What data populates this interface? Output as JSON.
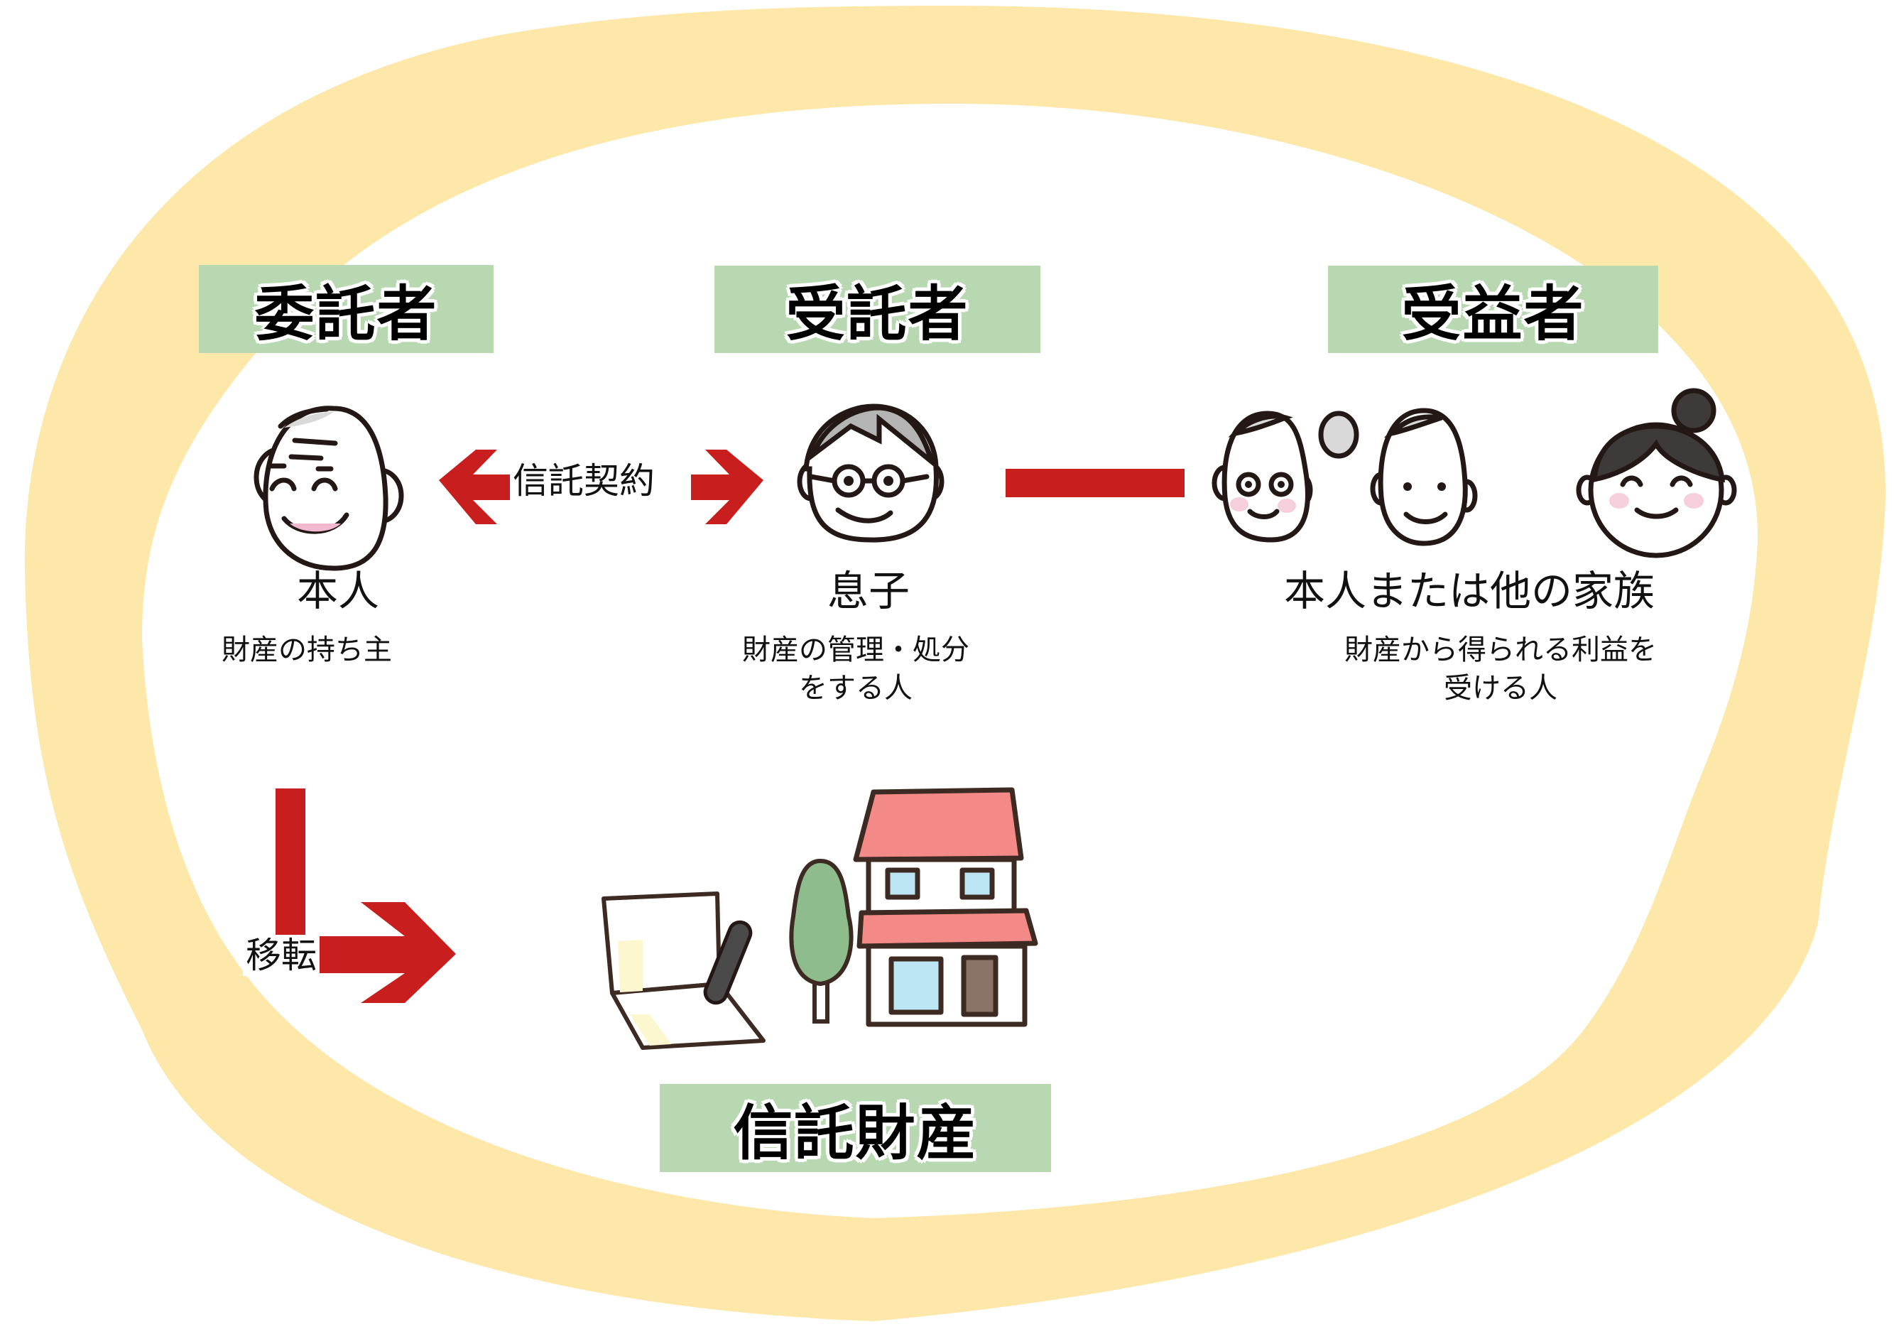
{
  "diagram": {
    "title": "家族信託の仕組み",
    "roles": [
      {
        "header": "委託者",
        "name": "本人",
        "description": [
          "財産の持ち主"
        ]
      },
      {
        "header": "受託者",
        "name": "息子",
        "description": [
          "財産の管理・処分",
          "をする人"
        ]
      },
      {
        "header": "受益者",
        "name": "本人または他の家族",
        "description": [
          "財産から得られる利益を",
          "受ける人"
        ]
      }
    ],
    "contract_label": "信託契約",
    "transfer_label": "移転",
    "trust_property_label": "信託財産",
    "colors": {
      "ring": "#fde8aa",
      "header_bg": "#b8d8b2",
      "arrow": "#c81e1e",
      "roof": "#f48a87",
      "tree": "#8fbc8c",
      "window": "#bde6f4",
      "door": "#8c7367",
      "outline": "#3d2a22"
    }
  }
}
